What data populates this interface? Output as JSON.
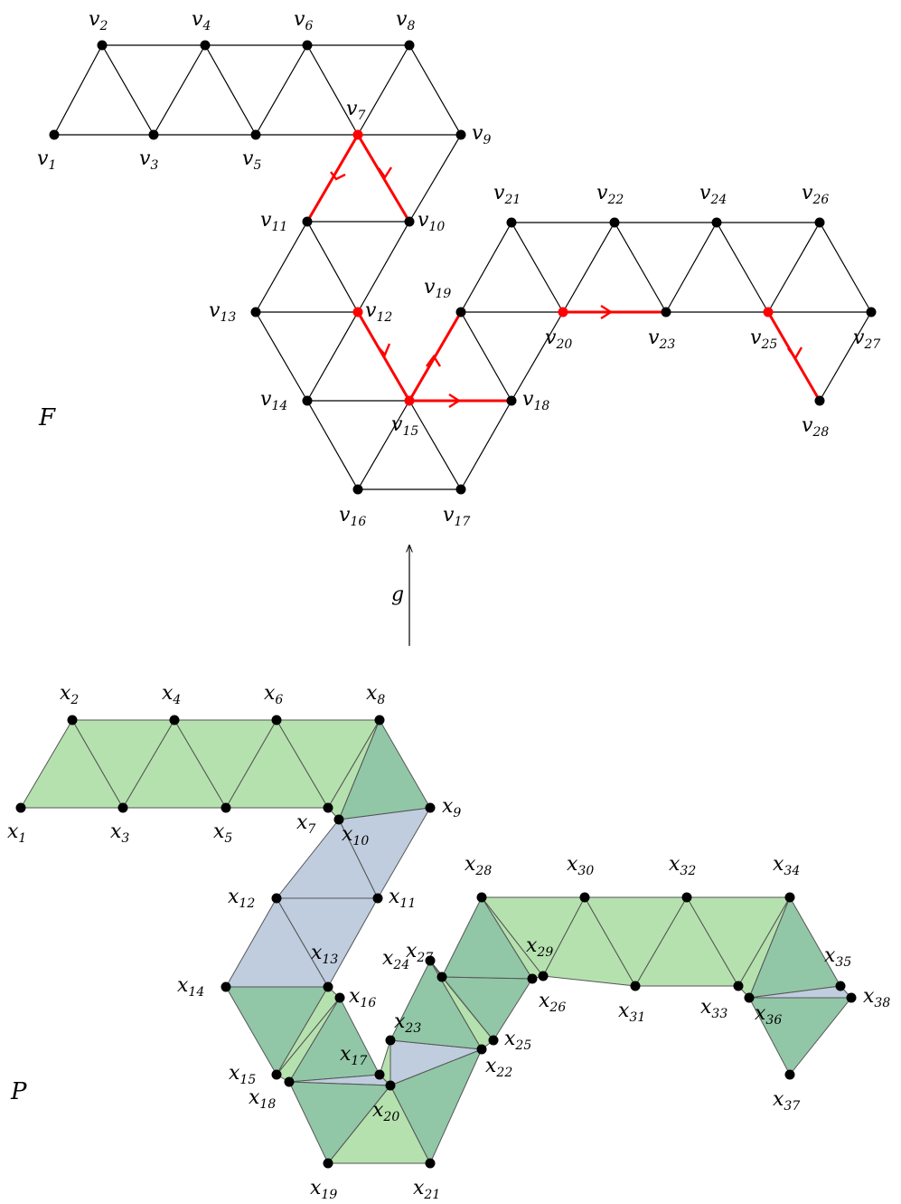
{
  "labels": {
    "top": "F",
    "bottom": "P",
    "map": "g"
  },
  "colors": {
    "red": "#ff0000",
    "green": "#a8dca0",
    "blue": "#b4c4d8",
    "dark": "#7ebd98"
  },
  "top_vertices": [
    {
      "id": "v1",
      "n": "1"
    },
    {
      "id": "v2",
      "n": "2"
    },
    {
      "id": "v3",
      "n": "3"
    },
    {
      "id": "v4",
      "n": "4"
    },
    {
      "id": "v5",
      "n": "5"
    },
    {
      "id": "v6",
      "n": "6"
    },
    {
      "id": "v7",
      "n": "7"
    },
    {
      "id": "v8",
      "n": "8"
    },
    {
      "id": "v9",
      "n": "9"
    },
    {
      "id": "v10",
      "n": "10"
    },
    {
      "id": "v11",
      "n": "11"
    },
    {
      "id": "v12",
      "n": "12"
    },
    {
      "id": "v13",
      "n": "13"
    },
    {
      "id": "v14",
      "n": "14"
    },
    {
      "id": "v15",
      "n": "15"
    },
    {
      "id": "v16",
      "n": "16"
    },
    {
      "id": "v17",
      "n": "17"
    },
    {
      "id": "v18",
      "n": "18"
    },
    {
      "id": "v19",
      "n": "19"
    },
    {
      "id": "v20",
      "n": "20"
    },
    {
      "id": "v21",
      "n": "21"
    },
    {
      "id": "v22",
      "n": "22"
    },
    {
      "id": "v23",
      "n": "23"
    },
    {
      "id": "v24",
      "n": "24"
    },
    {
      "id": "v25",
      "n": "25"
    },
    {
      "id": "v26",
      "n": "26"
    },
    {
      "id": "v27",
      "n": "27"
    },
    {
      "id": "v28",
      "n": "28"
    }
  ],
  "bottom_vertices": [
    "1",
    "2",
    "3",
    "4",
    "5",
    "6",
    "7",
    "8",
    "9",
    "10",
    "11",
    "12",
    "13",
    "14",
    "15",
    "16",
    "17",
    "18",
    "19",
    "20",
    "21",
    "22",
    "23",
    "24",
    "25",
    "26",
    "27",
    "28",
    "29",
    "30",
    "31",
    "32",
    "33",
    "34",
    "35",
    "36",
    "37",
    "38"
  ]
}
